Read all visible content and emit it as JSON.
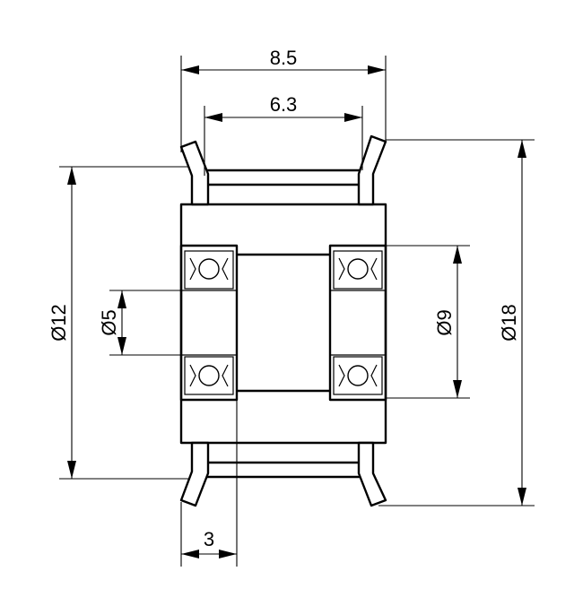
{
  "dimensions": {
    "overall_width": "8.5",
    "inner_width": "6.3",
    "flange_diameter": "Ø18",
    "body_diameter": "Ø12",
    "bearing_outer_diameter": "Ø9",
    "bore_diameter": "Ø5",
    "bearing_width": "3"
  }
}
